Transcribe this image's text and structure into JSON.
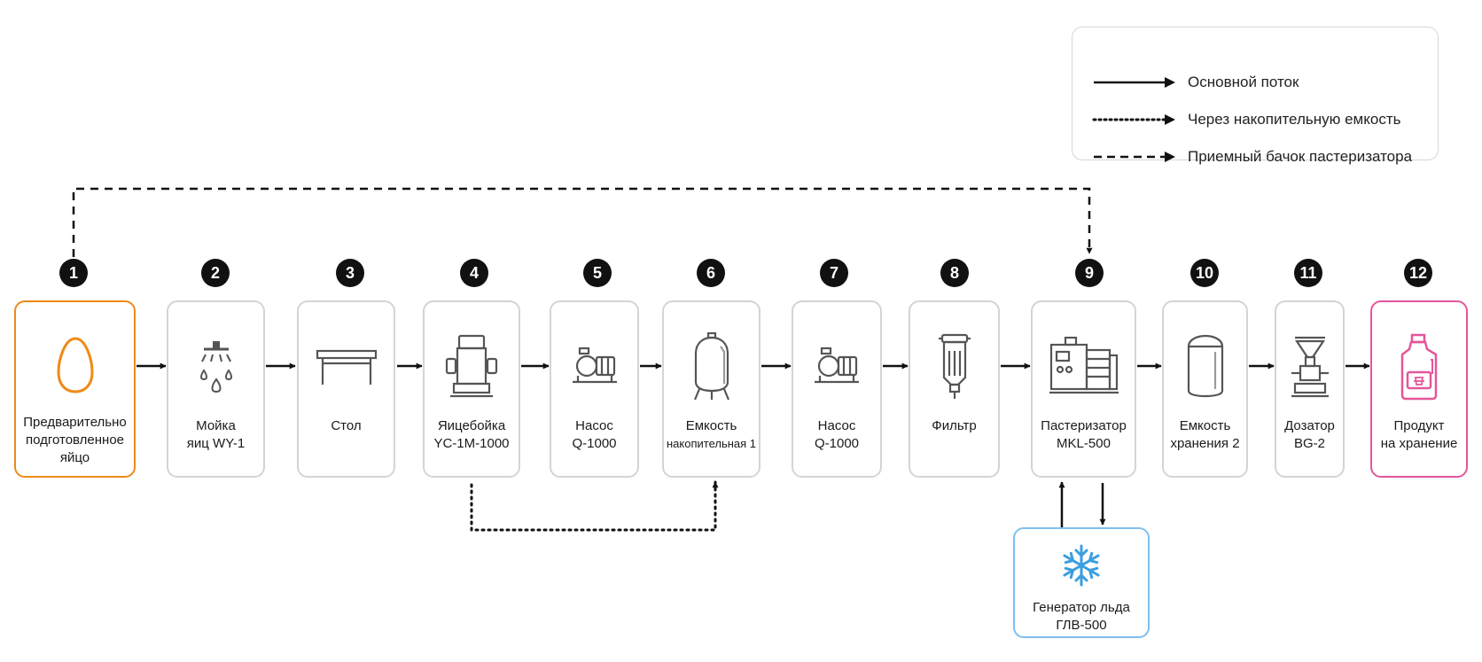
{
  "legend": {
    "main_flow": "Основной поток",
    "via_storage": "Через накопительную емкость",
    "pasteurizer_tank": "Приемный бачок пастеризатора"
  },
  "steps": [
    {
      "number": "1",
      "line1": "Предварительно",
      "line2": "подготовленное",
      "line3": "яйцо",
      "icon": "egg-icon"
    },
    {
      "number": "2",
      "line1": "Мойка",
      "line2": "яиц WY-1",
      "icon": "washer-spray-icon"
    },
    {
      "number": "3",
      "line1": "Стол",
      "icon": "table-icon"
    },
    {
      "number": "4",
      "line1": "Яицебойка",
      "line2": "YC-1M-1000",
      "icon": "egg-breaker-icon"
    },
    {
      "number": "5",
      "line1": "Насос",
      "line2": "Q-1000",
      "icon": "pump-icon"
    },
    {
      "number": "6",
      "line1": "Емкость",
      "line2": "накопительная 1",
      "icon": "tank-icon"
    },
    {
      "number": "7",
      "line1": "Насос",
      "line2": "Q-1000",
      "icon": "pump-icon"
    },
    {
      "number": "8",
      "line1": "Фильтр",
      "icon": "filter-icon"
    },
    {
      "number": "9",
      "line1": "Пастеризатор",
      "line2": "MKL-500",
      "icon": "pasteurizer-icon"
    },
    {
      "number": "10",
      "line1": "Емкость",
      "line2": "хранения 2",
      "icon": "storage-tank-icon"
    },
    {
      "number": "11",
      "line1": "Дозатор",
      "line2": "BG-2",
      "icon": "dispenser-icon"
    },
    {
      "number": "12",
      "line1": "Продукт",
      "line2": "на хранение",
      "icon": "product-bottle-icon"
    }
  ],
  "ice_generator": {
    "line1": "Генератор льда",
    "line2": "ГЛВ-500",
    "icon": "snowflake-icon"
  },
  "colors": {
    "start": "#ef8a17",
    "end": "#e4569a",
    "ice": "#7ec0ef",
    "ice_icon": "#3a9ee0",
    "badge": "#111111",
    "border": "#d4d4d4"
  }
}
